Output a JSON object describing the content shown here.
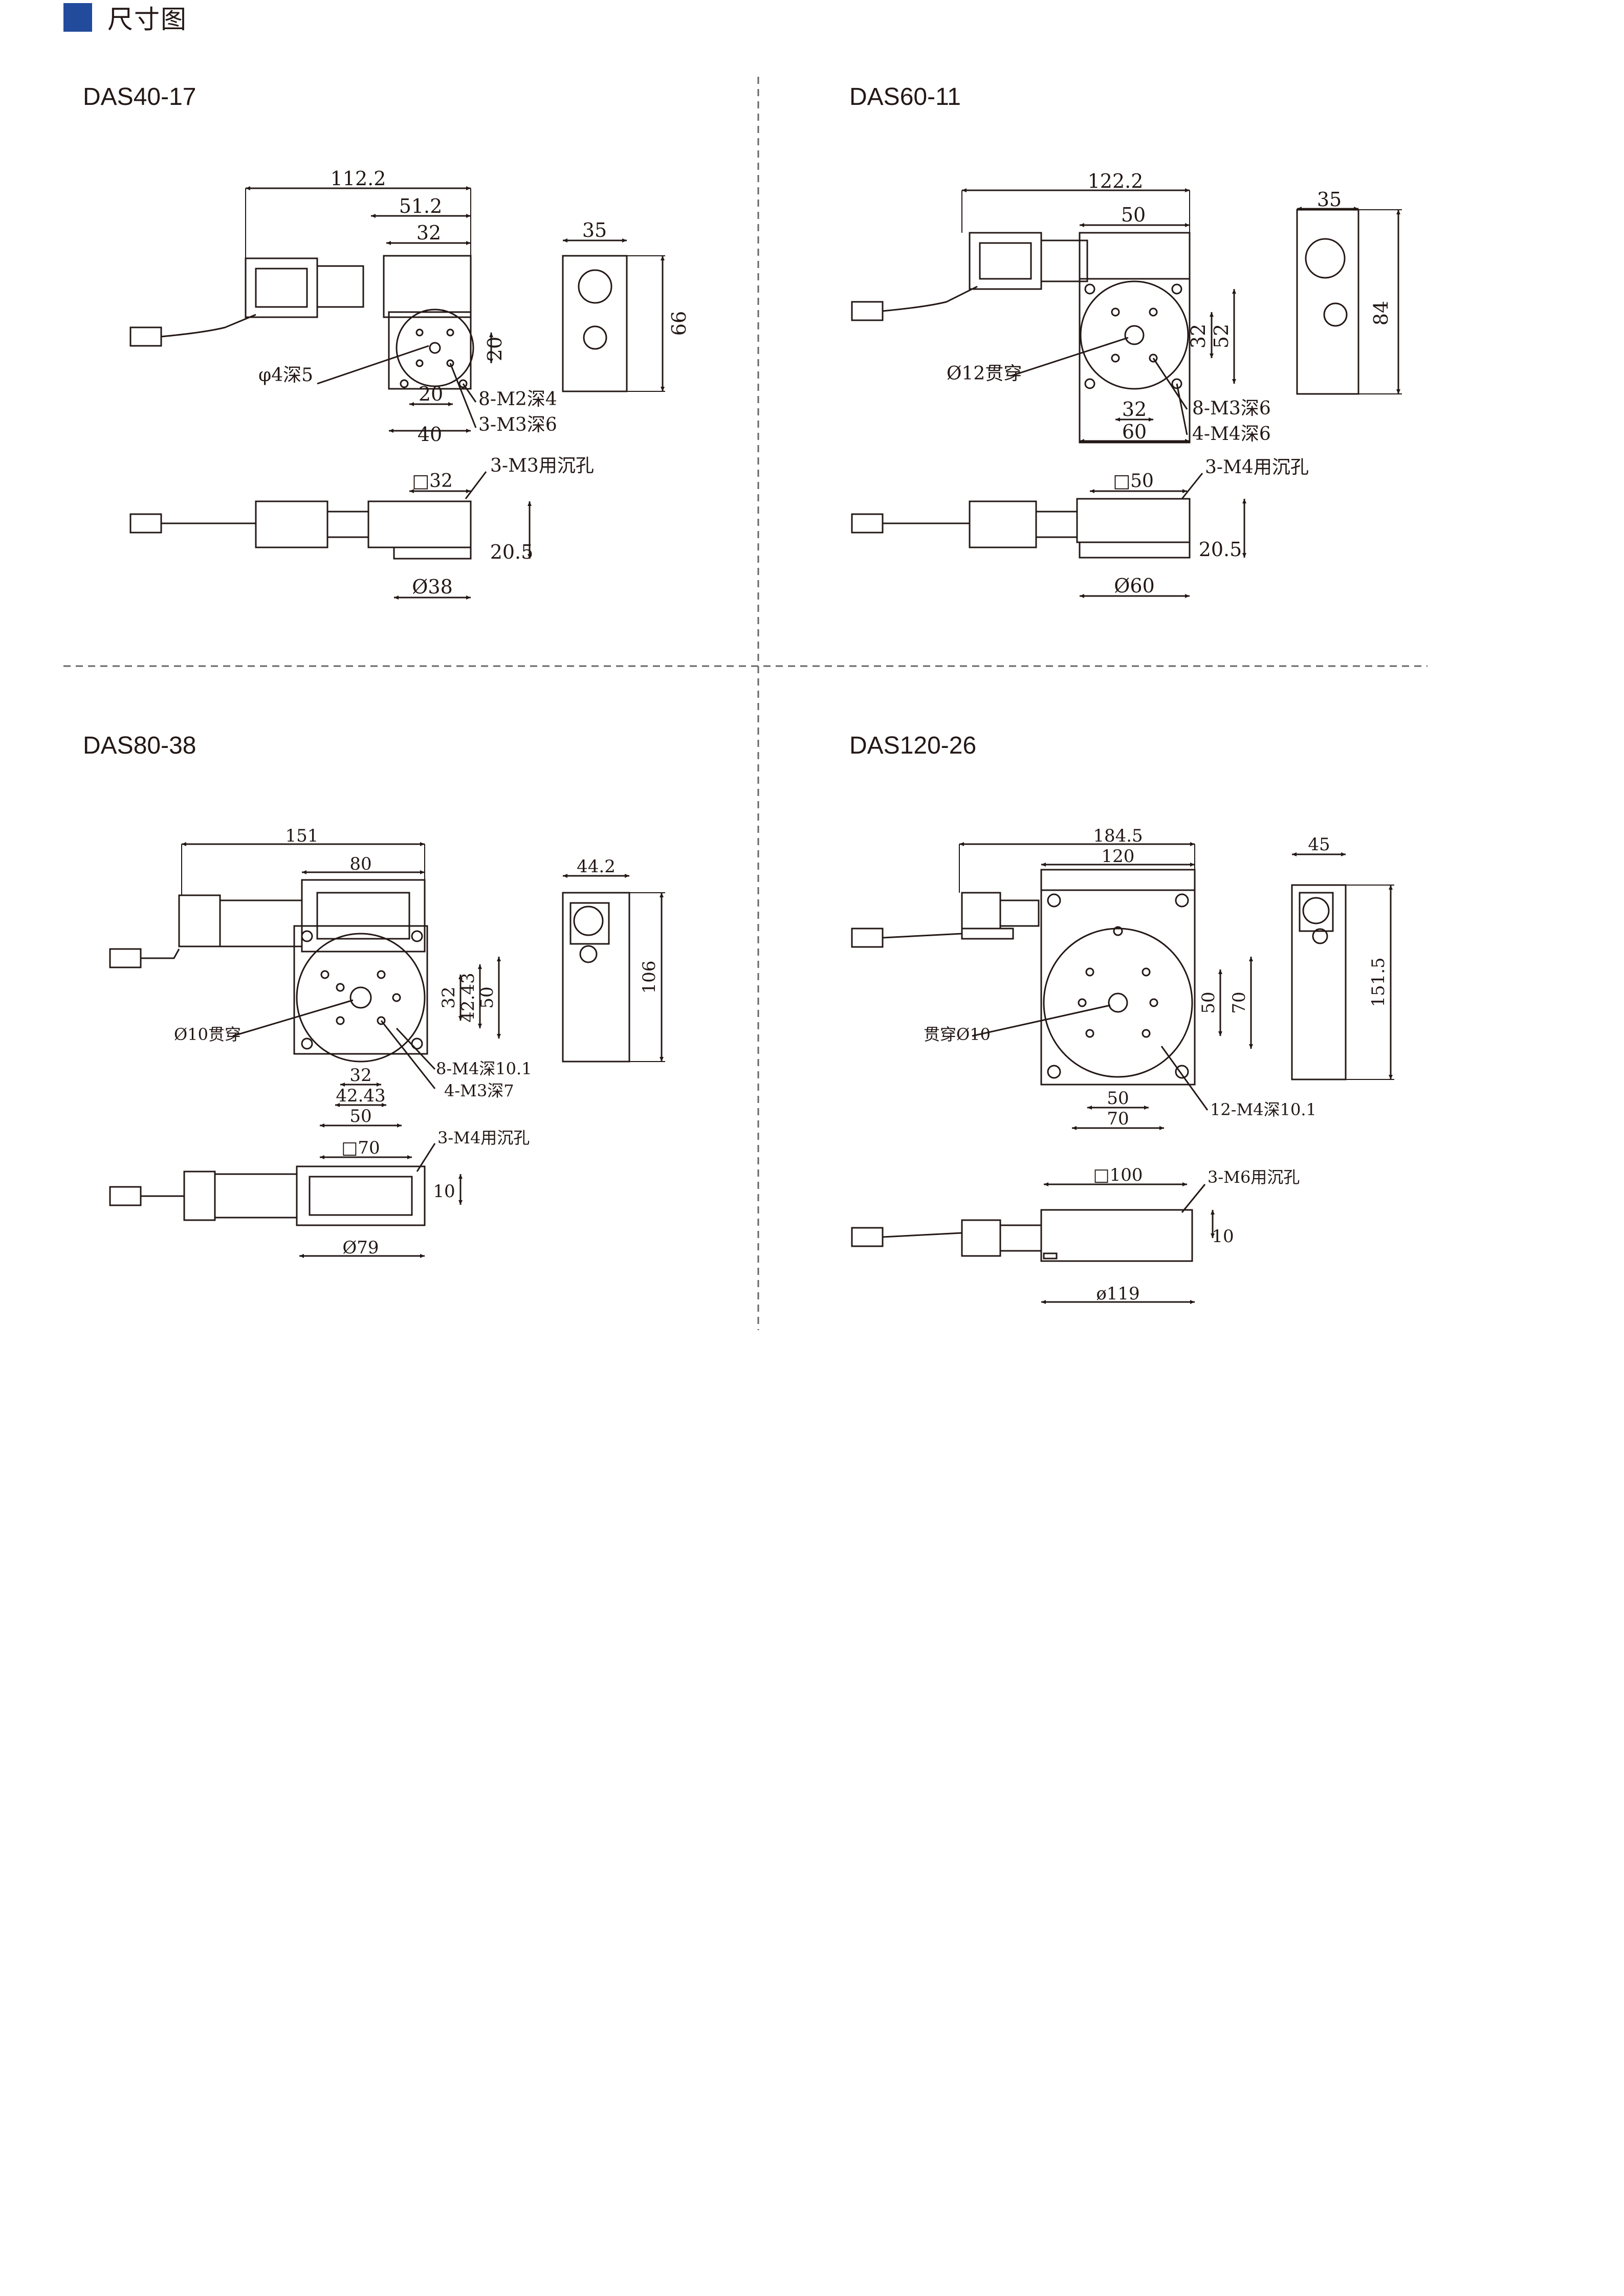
{
  "header": {
    "title": "尺寸图"
  },
  "models": [
    {
      "name": "DAS40-17",
      "labels": {
        "len_total": "112.2",
        "len_a": "51.2",
        "len_b": "32",
        "depth_side": "35",
        "height_side": "66",
        "pos_x": "20",
        "pos_y": "20",
        "base_w": "40",
        "note_hole": "φ4深5",
        "note_a": "8-M2深4",
        "note_b": "3-M3深6",
        "table_sq": "□32",
        "table_h": "20.5",
        "base_d": "Ø38",
        "note_c": "3-M3用沉孔"
      }
    },
    {
      "name": "DAS60-11",
      "labels": {
        "len_total": "122.2",
        "len_a": "50",
        "depth_side": "35",
        "height_side": "84",
        "dim_32": "32",
        "dim_52": "52",
        "pitch_x": "32",
        "base_w": "60",
        "note_hole": "Ø12贯穿",
        "note_a": "8-M3深6",
        "note_b": "4-M4深6",
        "table_sq": "□50",
        "table_h": "20.5",
        "base_d": "Ø60",
        "note_c": "3-M4用沉孔"
      }
    },
    {
      "name": "DAS80-38",
      "labels": {
        "len_total": "151",
        "len_a": "80",
        "depth_side": "44.2",
        "height_side": "106",
        "dim_32": "32",
        "dim_4243": "42.43",
        "dim_50": "50",
        "pitch_32": "32",
        "pitch_4243": "42.43",
        "base_50": "50",
        "note_hole": "Ø10贯穿",
        "note_a": "8-M4深10.1",
        "note_b": "4-M3深7",
        "table_sq": "□70",
        "table_h": "10",
        "base_d": "Ø79",
        "note_c": "3-M4用沉孔"
      }
    },
    {
      "name": "DAS120-26",
      "labels": {
        "len_total": "184.5",
        "len_a": "120",
        "depth_side": "45",
        "height_side": "151.5",
        "dim_50v": "50",
        "dim_70v": "70",
        "dim_50h": "50",
        "dim_70h": "70",
        "note_hole": "贯穿Ø10",
        "note_a": "12-M4深10.1",
        "table_sq": "□100",
        "table_h": "10",
        "base_d": "ø119",
        "note_c": "3-M6用沉孔"
      }
    }
  ]
}
